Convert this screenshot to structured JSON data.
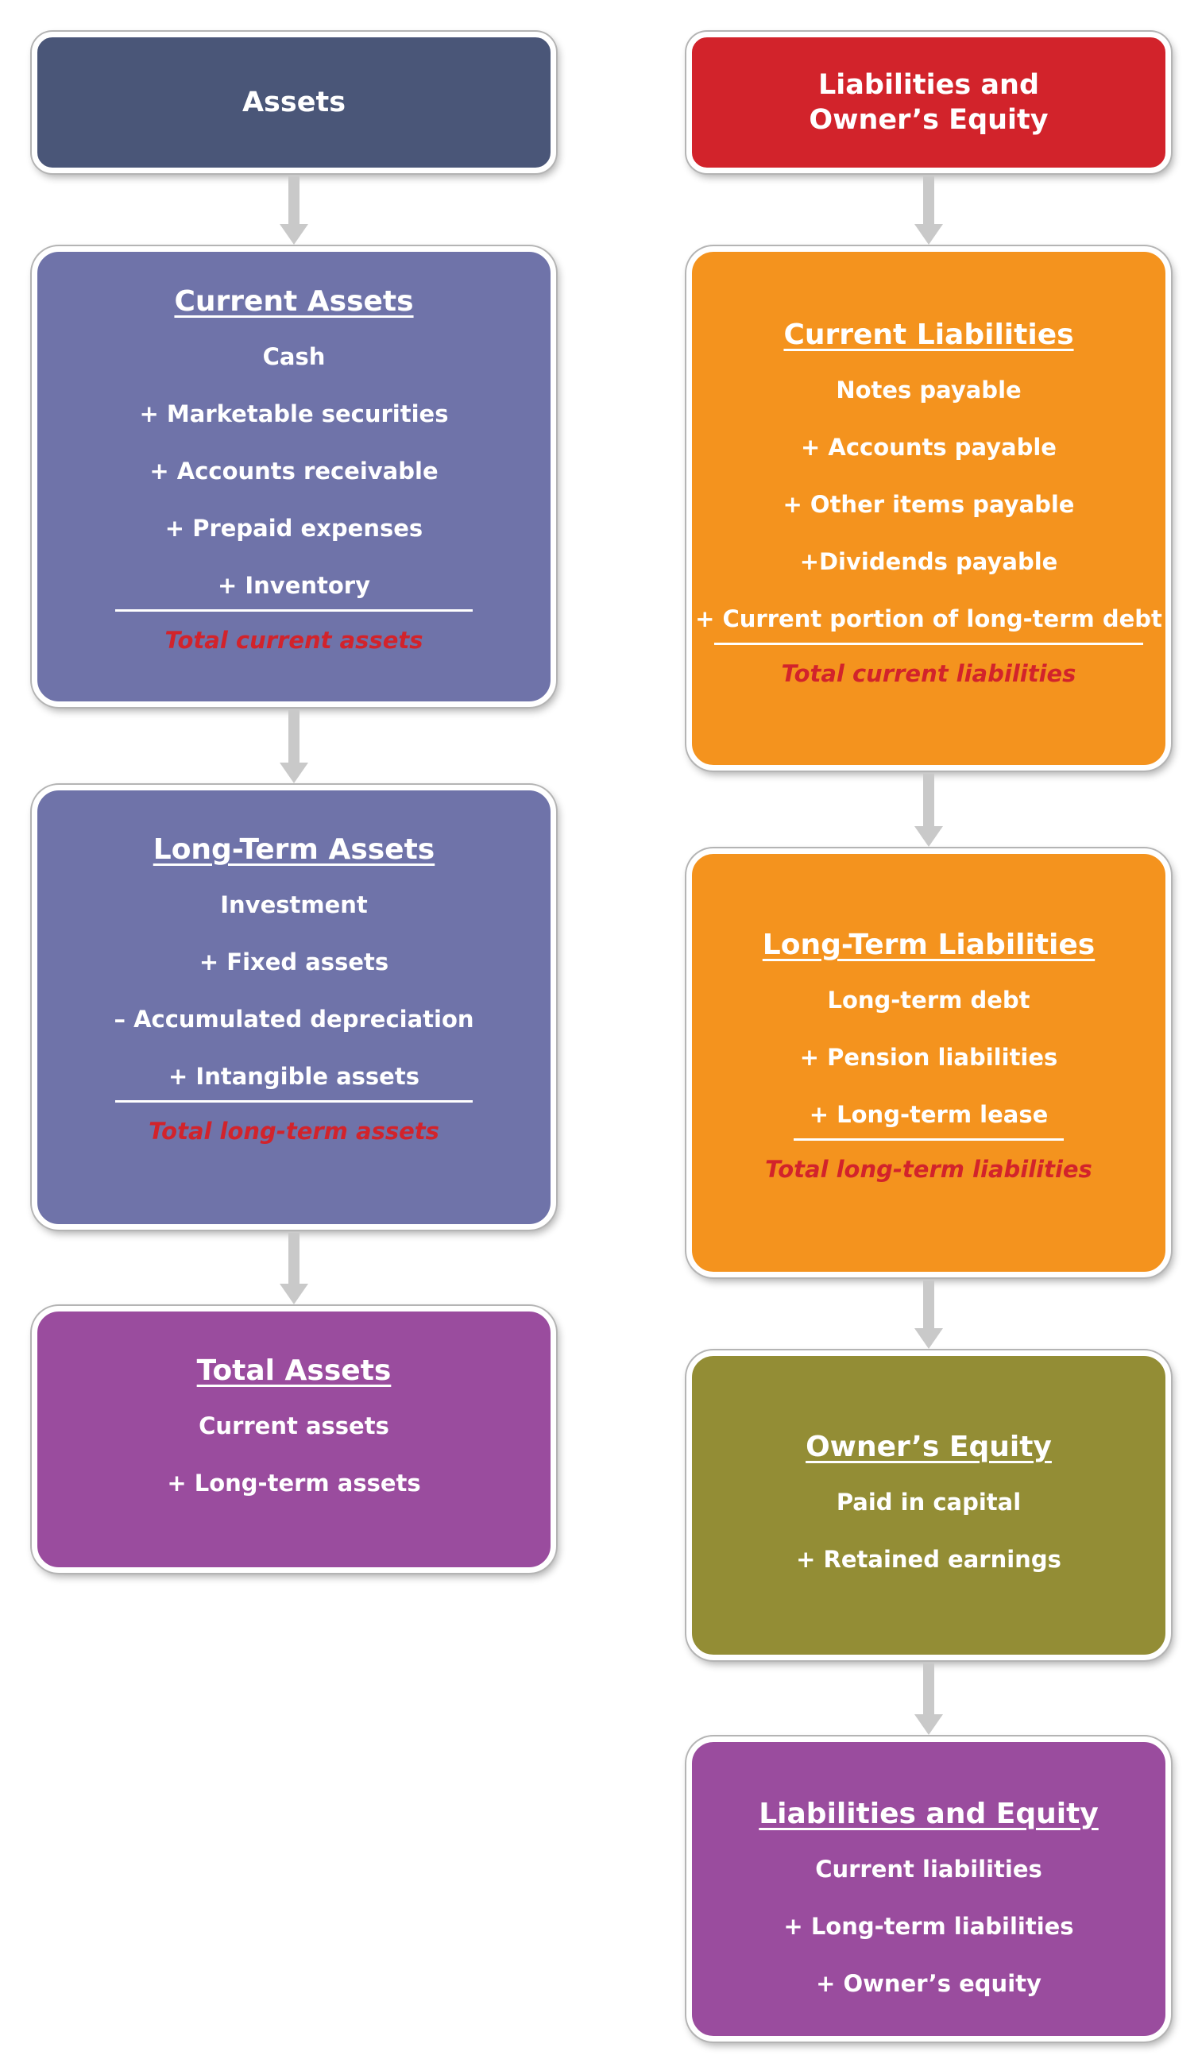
{
  "assets_header": {
    "title": "Assets"
  },
  "liabilities_header": {
    "title": "Liabilities and Owner’s Equity"
  },
  "current_assets": {
    "title": "Current Assets",
    "items": [
      "Cash",
      "+ Marketable securities",
      "+ Accounts receivable",
      "+ Prepaid expenses",
      "+ Inventory"
    ],
    "total": "Total current assets"
  },
  "long_term_assets": {
    "title": "Long-Term Assets",
    "items": [
      "Investment",
      "+ Fixed assets",
      "– Accumulated depreciation",
      "+ Intangible assets"
    ],
    "total": "Total long-term assets"
  },
  "total_assets": {
    "title": "Total Assets",
    "items": [
      "Current assets",
      "+ Long-term assets"
    ]
  },
  "current_liabilities": {
    "title": "Current Liabilities",
    "items": [
      "Notes payable",
      "+ Accounts payable",
      "+ Other items payable",
      "+Dividends payable",
      "+ Current portion of long-term debt"
    ],
    "total": "Total current liabilities"
  },
  "long_term_liabilities": {
    "title": "Long-Term Liabilities",
    "items": [
      "Long-term debt",
      "+ Pension liabilities",
      "+ Long-term lease"
    ],
    "total": "Total long-term liabilities"
  },
  "owners_equity": {
    "title": "Owner’s Equity",
    "items": [
      "Paid in capital",
      "+ Retained earnings"
    ]
  },
  "liabilities_and_equity": {
    "title": "Liabilities and Equity",
    "items": [
      "Current liabilities",
      "+ Long-term liabilities",
      "+ Owner’s equity"
    ]
  },
  "colors": {
    "assets_header": "#4a5678",
    "liabilities_header": "#d2232b",
    "assets_sections": "#6f73a9",
    "liabilities_sections": "#f4931e",
    "owners_equity": "#938d35",
    "totals": "#9a4c9e",
    "total_label_text": "#d2232b",
    "arrow": "#c9c9c9"
  }
}
